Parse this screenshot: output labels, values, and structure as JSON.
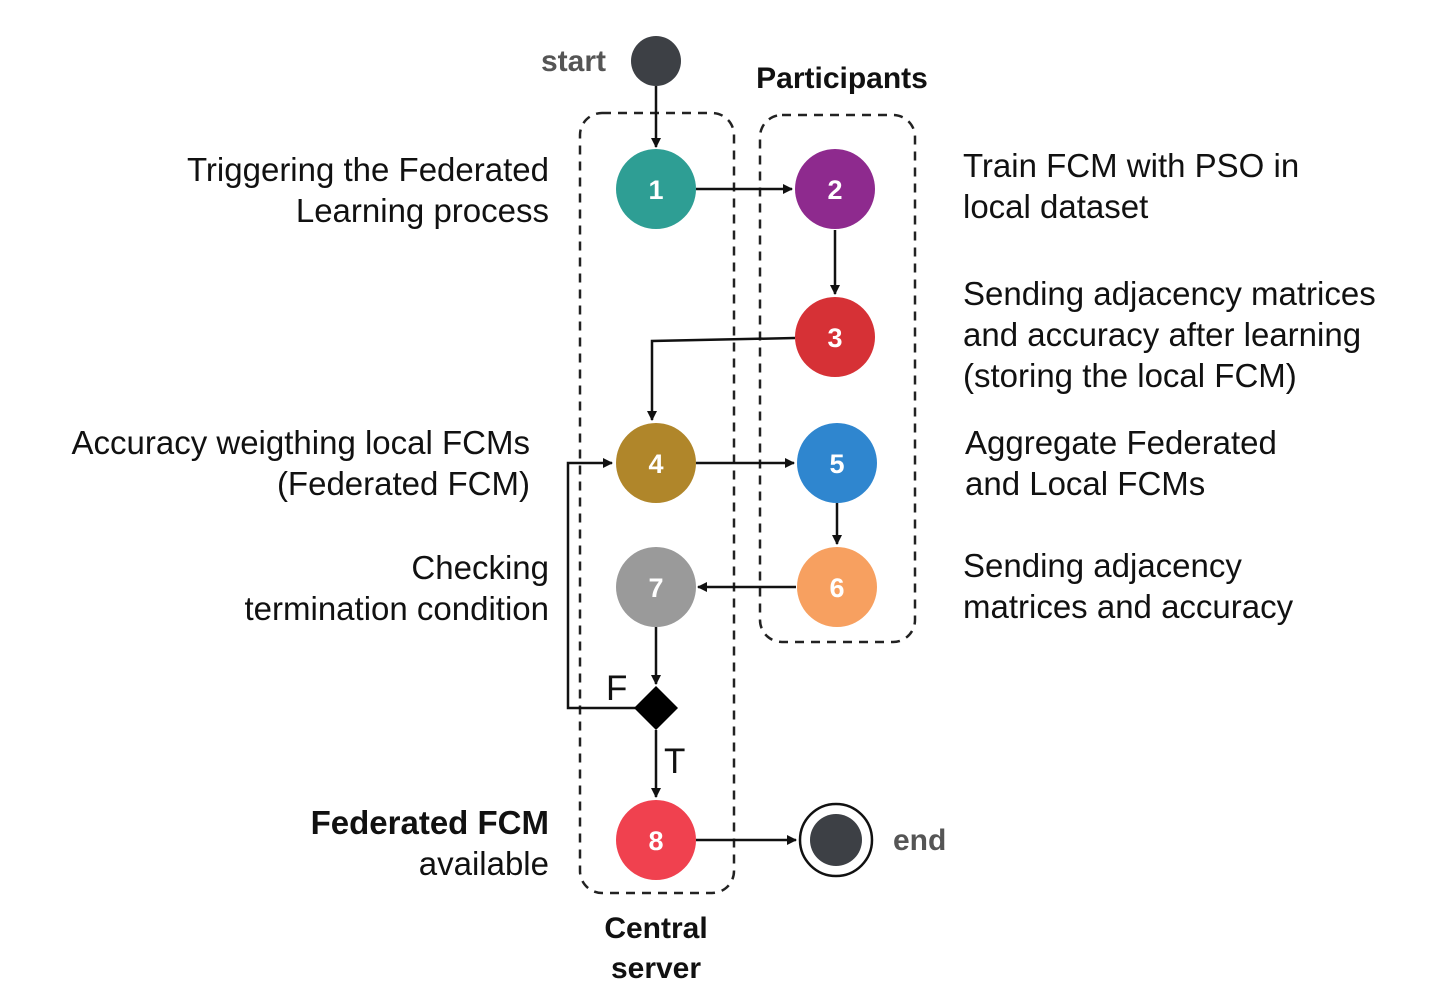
{
  "terminals": {
    "start_label": "start",
    "end_label": "end"
  },
  "groups": {
    "participants": "Participants",
    "central_server": [
      "Central",
      "server"
    ]
  },
  "nodes": [
    {
      "id": "1",
      "label": "1",
      "color": "#2E9E94"
    },
    {
      "id": "2",
      "label": "2",
      "color": "#8E2A8E"
    },
    {
      "id": "3",
      "label": "3",
      "color": "#D63136"
    },
    {
      "id": "4",
      "label": "4",
      "color": "#B0862A"
    },
    {
      "id": "5",
      "label": "5",
      "color": "#2F86CF"
    },
    {
      "id": "6",
      "label": "6",
      "color": "#F7A060"
    },
    {
      "id": "7",
      "label": "7",
      "color": "#9A9A9A"
    },
    {
      "id": "8",
      "label": "8",
      "color": "#F0414F"
    }
  ],
  "descriptions": {
    "node1": [
      "Triggering the Federated",
      "Learning process"
    ],
    "node2": [
      "Train FCM with PSO in",
      "local dataset"
    ],
    "node3": [
      "Sending adjacency matrices",
      "and accuracy after learning",
      "(storing the local FCM)"
    ],
    "node4": [
      "Accuracy weigthing local FCMs",
      "(Federated FCM)"
    ],
    "node5": [
      "Aggregate Federated",
      "and Local FCMs"
    ],
    "node6": [
      "Sending adjacency",
      "matrices and accuracy"
    ],
    "node7": [
      "Checking",
      "termination condition"
    ],
    "node8": [
      "Federated FCM",
      "available"
    ]
  },
  "decision": {
    "false_label": "F",
    "true_label": "T"
  },
  "colors": {
    "terminal": "#3D4045",
    "decision": "#000000"
  }
}
